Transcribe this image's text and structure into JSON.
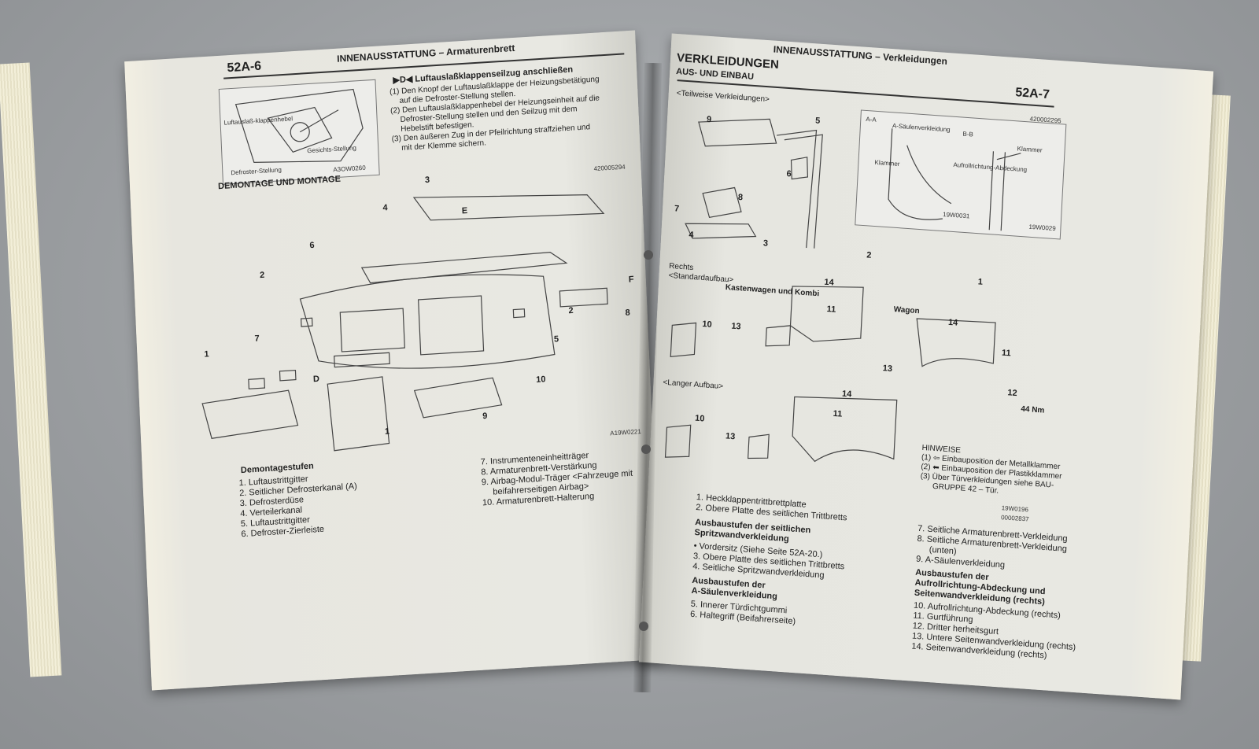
{
  "left_page": {
    "page_number": "52A-6",
    "header": "INNENAUSSTATTUNG – Armaturenbrett",
    "detail": {
      "labels": [
        "Luftauslaß-klappenhebel",
        "Gesichts-Stellung",
        "Defroster-Stellung",
        "A3OW0260"
      ]
    },
    "instruction": {
      "title": "▶D◀ Luftauslaßklappenseilzug anschließen",
      "steps": [
        "(1) Den Knopf der Luftauslaßklappe der Heizungsbetätigung",
        "auf die Defroster-Stellung stellen.",
        "(2) Den Luftauslaßklappenhebel der Heizungseinheit auf die",
        "Defroster-Stellung stellen und den Seilzug mit dem",
        "Hebelstift befestigen.",
        "(3) Den äußeren Zug in der Pfeilrichtung straffziehen und",
        "mit der Klemme sichern."
      ]
    },
    "section_title": "DEMONTAGE UND MONTAGE",
    "figure_codes": [
      "420005294",
      "A19W0221"
    ],
    "callouts": [
      "1",
      "2",
      "3",
      "4",
      "5",
      "6",
      "7",
      "8",
      "9",
      "10",
      "E",
      "D",
      "F"
    ],
    "steps_title": "Demontagestufen",
    "steps_left": [
      "1. Luftaustrittgitter",
      "2. Seitlicher Defrosterkanal (A)",
      "3. Defrosterdüse",
      "4. Verteilerkanal",
      "5. Luftaustrittgitter",
      "6. Defroster-Zierleiste"
    ],
    "steps_right": [
      "7. Instrumenteneinheitträger",
      "8. Armaturenbrett-Verstärkung",
      "9. Airbag-Modul-Träger <Fahrzeuge mit",
      "beifahrerseitigen Airbag>",
      "10. Armaturenbrett-Halterung"
    ]
  },
  "right_page": {
    "header": "INNENAUSSTATTUNG – Verkleidungen",
    "page_number": "52A-7",
    "title": "VERKLEIDUNGEN",
    "subtitle": "AUS- UND EINBAU",
    "partial_label": "<Teilweise Verkleidungen>",
    "figure_code": "420002295",
    "section_labels": [
      "A-A",
      "B-B",
      "A-Säulenverkleidung",
      "Klammer",
      "Klammer",
      "Aufrollrichtung-Abdeckung",
      "19W0031",
      "19W0029"
    ],
    "variant_labels": {
      "rechts": "Rechts",
      "standard": "<Standardaufbau>",
      "kasten": "Kastenwagen und Kombi",
      "wagon": "Wagon",
      "langer": "<Langer Aufbau>",
      "torque": "44 Nm"
    },
    "hints": {
      "title": "HINWEISE",
      "items": [
        "(1) ⇦ Einbauposition der Metallklammer",
        "(2) ⬅ Einbauposition der Plastikklammer",
        "(3) Über Türverkleidungen siehe BAU-",
        "GRUPPE 42 – Tür."
      ],
      "codes": [
        "19W0196",
        "00002837"
      ]
    },
    "list_a": [
      "1. Heckklappentrittbrettplatte",
      "2. Obere Platte des seitlichen Trittbretts"
    ],
    "group_b_title": [
      "Ausbaustufen der seitlichen",
      "Spritzwandverkleidung"
    ],
    "list_b": [
      "• Vordersitz (Siehe Seite 52A-20.)",
      "3. Obere Platte des seitlichen Trittbretts",
      "4. Seitliche Spritzwandverkleidung"
    ],
    "group_c_title": [
      "Ausbaustufen der",
      "A-Säulenverkleidung"
    ],
    "list_c": [
      "5. Innerer Türdichtgummi",
      "6. Haltegriff (Beifahrerseite)"
    ],
    "list_d": [
      "7. Seitliche Armaturenbrett-Verkleidung",
      "8. Seitliche Armaturenbrett-Verkleidung",
      "(unten)",
      "9. A-Säulenverkleidung"
    ],
    "group_e_title": [
      "Ausbaustufen der",
      "Aufrollrichtung-Abdeckung und",
      "Seitenwandverkleidung (rechts)"
    ],
    "list_e": [
      "10. Aufrollrichtung-Abdeckung (rechts)",
      "11. Gurtführung",
      "12. Dritter herheitsgurt",
      "13. Untere Seitenwandverkleidung (rechts)",
      "14. Seitenwandverkleidung (rechts)"
    ]
  }
}
